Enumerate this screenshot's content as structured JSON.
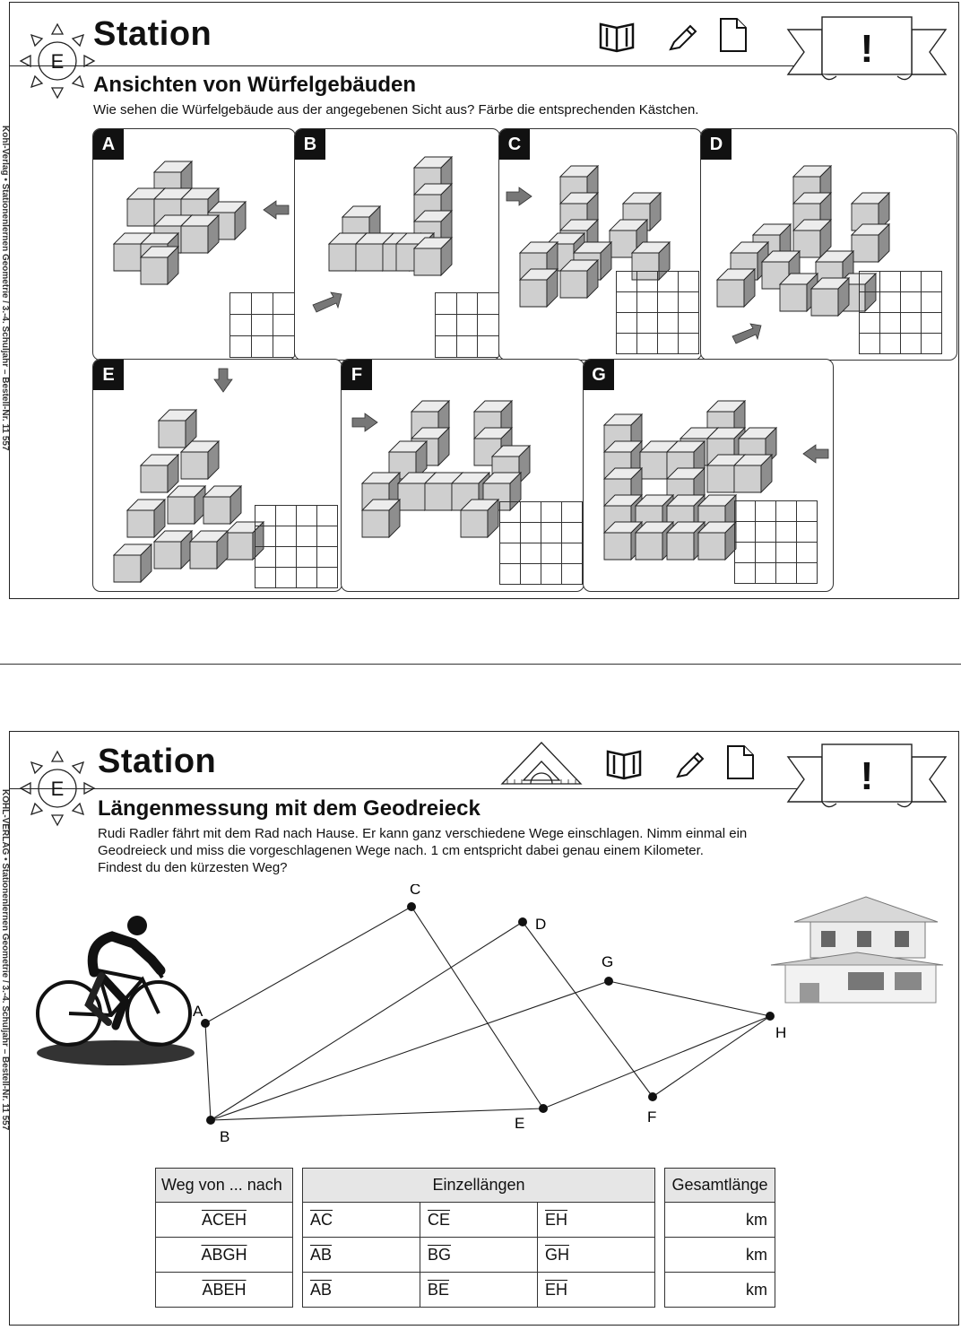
{
  "card1": {
    "badge": "E",
    "station_title": "Station",
    "subtitle": "Ansichten von Würfelgebäuden",
    "instruction": "Wie sehen die Würfelgebäude aus der angegebenen Sicht aus? Färbe die entsprechenden Kästchen.",
    "banner_mark": "!",
    "tool_icons": [
      "book-icon",
      "pencil-icon",
      "sheet-icon"
    ],
    "panels": [
      {
        "letter": "A",
        "grid": [
          3,
          3
        ]
      },
      {
        "letter": "B",
        "grid": [
          3,
          3
        ]
      },
      {
        "letter": "C",
        "grid": [
          4,
          4
        ]
      },
      {
        "letter": "D",
        "grid": [
          4,
          4
        ]
      },
      {
        "letter": "E",
        "grid": [
          4,
          4
        ]
      },
      {
        "letter": "F",
        "grid": [
          4,
          4
        ]
      },
      {
        "letter": "G",
        "grid": [
          4,
          4
        ]
      }
    ]
  },
  "card2": {
    "badge": "E",
    "station_title": "Station",
    "subtitle": "Längenmessung mit dem Geodreieck",
    "instruction": [
      "Rudi Radler fährt mit dem Rad nach Hause. Er kann ganz verschiedene Wege einschlagen. Nimm einmal ein",
      "Geodreieck und miss die vorgeschlagenen Wege nach. 1 cm entspricht dabei genau einem Kilometer.",
      "Findest du den kürzesten Weg?"
    ],
    "banner_mark": "!",
    "tool_icons": [
      "set-square-icon",
      "book-icon",
      "pencil-icon",
      "sheet-icon"
    ],
    "points": [
      "A",
      "B",
      "C",
      "D",
      "E",
      "F",
      "G",
      "H"
    ],
    "table": {
      "headers": {
        "route": "Weg von ... nach",
        "segments": "Einzellängen",
        "total": "Gesamtlänge"
      },
      "rows": [
        {
          "route": "ACEH",
          "segments": [
            "AC",
            "CE",
            "EH"
          ],
          "unit": "km"
        },
        {
          "route": "ABGH",
          "segments": [
            "AB",
            "BG",
            "GH"
          ],
          "unit": "km"
        },
        {
          "route": "ABEH",
          "segments": [
            "AB",
            "BE",
            "EH"
          ],
          "unit": "km"
        }
      ]
    }
  },
  "side_text": {
    "left1": "Kohl-Verlag  •  Stationenlernen Geometrie  /  3.-4. Schuljahr  –  Bestell-Nr. 11 557",
    "left2": "KOHL-VERLAG  •  Stationenlernen Geometrie  /  3.-4. Schuljahr  –  Bestell-Nr. 11 557"
  },
  "colors": {
    "ink": "#111111",
    "cube_front": "#cfcfcf",
    "cube_top": "#ececec",
    "cube_side": "#8e8e8e",
    "header_fill": "#e6e6e6"
  }
}
